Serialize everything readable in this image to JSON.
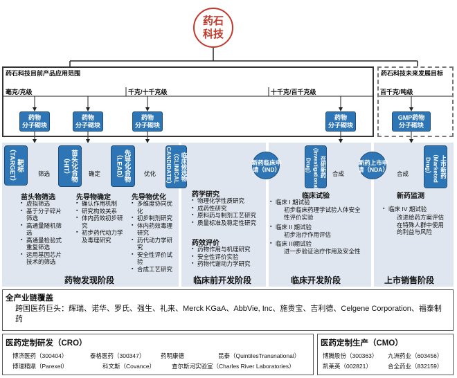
{
  "logo": {
    "text": "药石科技"
  },
  "scope_current": {
    "title": "药石科技目前产品应用范围"
  },
  "scope_future": {
    "title": "药石科技未来发展目标"
  },
  "scales": {
    "mg_g": "毫克/克级",
    "g_kg": "千克/十千克级",
    "ten_kg_hundred_kg": "十千克/百千克级",
    "hundred_kg_ton": "百千克/吨级"
  },
  "modules": {
    "block1": "药物\n分子砌块",
    "block2": "药物\n分子砌块",
    "block3": "药物\n分子砌块",
    "block4": "药物\n分子砌块",
    "gmp_block": "GMP药物\n分子砌块"
  },
  "flow": {
    "target": "靶标（TARGET）",
    "hit": "苗头化合物（HIT）",
    "lead": "先导化合物（LEAD）",
    "candidate": "临床候选物（CLINICAL CANDIDATE）",
    "ind": "新药临床申请（IND）",
    "investigational": "在研新药（Investigational Drug）",
    "nda": "新药上市申请（NDA）",
    "marketed": "上市新药（Marketed Drug）",
    "arrow_screen": "筛选",
    "arrow_confirm": "确定",
    "arrow_optimize": "优化",
    "arrow_pass1": "合成",
    "arrow_pass2": "合成"
  },
  "stages": {
    "hit_screening": {
      "title": "苗头物筛选",
      "items": [
        "虚拟筛选",
        "基于分子碎片筛选",
        "高通量随机筛选",
        "高通量检验式重复筛选",
        "运用基因芯片技术的筛选"
      ]
    },
    "lead_confirm": {
      "title": "先导物确定",
      "items": [
        "确认作用机制",
        "研究构效关系",
        "体内药效初步研究",
        "初步药代动力学及毒理研究"
      ]
    },
    "lead_opt": {
      "title": "先导物优化",
      "items": [
        "多维度协同优化",
        "初步制剂研究",
        "体内药效毒理研究",
        "药代动力学研究",
        "安全性评价试验",
        "合成工艺研究"
      ]
    },
    "pharmaceutics": {
      "title": "药学研究",
      "items": [
        "物理化学性质研究",
        "成药性研究",
        "原料药与制剂工艺研究",
        "质量标准及稳定性研究"
      ]
    },
    "pharm_eval": {
      "title": "药效评价",
      "items": [
        "药物作用与机理研究",
        "安全性评价实验",
        "药物代谢动力学研究"
      ]
    },
    "clinical": {
      "title": "临床试验",
      "phase1": "临床 I 期试验",
      "phase1_desc": "初步临床药理学试验人体安全性评价实验",
      "phase2": "临床 II 期试验",
      "phase2_desc": "初步治疗作用评估",
      "phase3": "临床 III期试验",
      "phase3_desc": "进一步验证治疗作用及安全性"
    },
    "monitoring": {
      "title": "新药监测",
      "phase4": "临床 IV 期试验",
      "phase4_desc": "改进给药方案评估在特殊人群中使用的利益与风险"
    }
  },
  "stage_names": {
    "discovery": "药物发现阶段",
    "preclinical": "临床前开发阶段",
    "clinical": "临床开发阶段",
    "market": "上市销售阶段"
  },
  "industry": {
    "title": "全产业链覆盖",
    "text": "跨国医药巨头：辉瑞、诺华、罗氏、强生、礼来、Merck KGaA、AbbVie, Inc、施贵宝、吉利德、Celgene Corporation、福泰制药"
  },
  "cro": {
    "title": "医药定制研发（CRO）",
    "row1": [
      "博济医药（300404）",
      "泰格医药（300347）",
      "药明康德",
      "昆泰（QuintilesTransnational）"
    ],
    "row2": [
      "博瑞精鼎（Parexel）",
      "科文斯（Covance）",
      "查尔斯河实验室（Charles River Laboratories）"
    ]
  },
  "cmo": {
    "title": "医药定制生产（CMO）",
    "row1": [
      "博腾股份（300363）",
      "九洲药业（603456）"
    ],
    "row2": [
      "凯莱英（002821）",
      "合全药业（832159）"
    ]
  }
}
